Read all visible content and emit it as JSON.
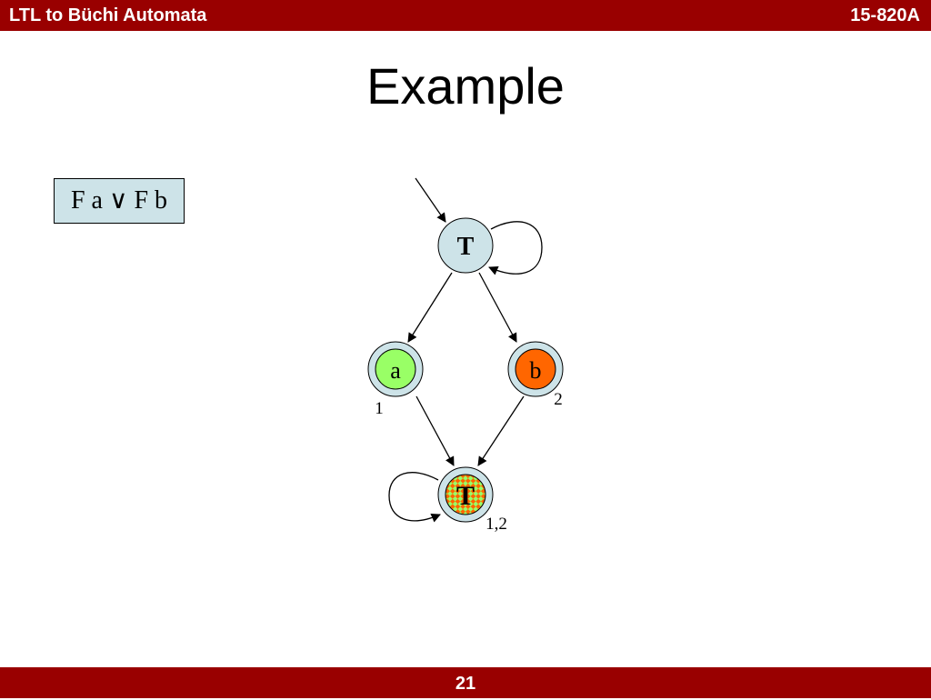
{
  "header": {
    "left_title": "LTL to Büchi Automata",
    "right_title": "15-820A"
  },
  "slide": {
    "title": "Example",
    "formula": "F a ∨ F b"
  },
  "automaton": {
    "nodes": [
      {
        "id": "n0",
        "label": "T",
        "fill": "#f2f2f2",
        "acceptance": ""
      },
      {
        "id": "n1",
        "label": "a",
        "fill": "#99ff66",
        "acceptance": "1"
      },
      {
        "id": "n2",
        "label": "b",
        "fill": "#ff6600",
        "acceptance": "2"
      },
      {
        "id": "n3",
        "label": "T",
        "fill": "checkered",
        "acceptance": "1,2"
      }
    ],
    "edges": [
      {
        "from": "start",
        "to": "n0"
      },
      {
        "from": "n0",
        "to": "n0"
      },
      {
        "from": "n0",
        "to": "n1"
      },
      {
        "from": "n0",
        "to": "n2"
      },
      {
        "from": "n1",
        "to": "n3"
      },
      {
        "from": "n2",
        "to": "n3"
      },
      {
        "from": "n3",
        "to": "n3"
      }
    ],
    "colors": {
      "outer_ring": "#cde3e8",
      "checker_a": "#ff6600",
      "checker_b": "#99ff66"
    }
  },
  "footer": {
    "page_number": "21"
  }
}
